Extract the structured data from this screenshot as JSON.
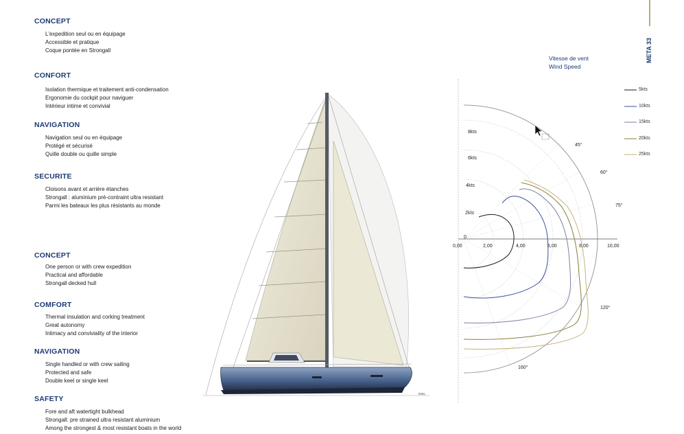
{
  "meta": {
    "label": "META 33"
  },
  "french": [
    {
      "title": "CONCEPT",
      "lines": [
        "L'expedition seul ou en équipage",
        "Accessible et pratique",
        "Coque pontée en Strongall"
      ]
    },
    {
      "title": "CONFORT",
      "lines": [
        "Isolation thermique et traitement anti-condensation",
        "Ergonomie du cockpit pour naviguer",
        "Intérieur intime et convivial"
      ]
    },
    {
      "title": "NAVIGATION",
      "lines": [
        "Navigation seul ou en équipage",
        "Protégé et sécurisé",
        "Quille double ou quille simple"
      ]
    },
    {
      "title": "SECURITE",
      "lines": [
        "Cloisons avant et arrière étanches",
        "Strongall : aluminium pré-contraint ultra resistant",
        "Parmi les bateaux les plus résistants au monde"
      ]
    }
  ],
  "english": [
    {
      "title": "CONCEPT",
      "lines": [
        "One person or with crew expedition",
        "Practical and affordable",
        "Strongall decked hull"
      ]
    },
    {
      "title": "COMFORT",
      "lines": [
        "Thermal insulation and corking treatment",
        "Great autonomy",
        "Intimacy and conviviality of the interior"
      ]
    },
    {
      "title": "NAVIGATION",
      "lines": [
        "Single handled or with crew sailing",
        "Protected and safe",
        "Double keel or single keel"
      ]
    },
    {
      "title": "SAFETY",
      "lines": [
        "Fore and aft watertight bulkhead",
        "Strongall: pre strained ultra resistant aluminium",
        "Among the strongest & most resistant boats in the world"
      ]
    }
  ],
  "boat": {
    "waterline_label": "DWL"
  },
  "polar": {
    "title_fr": "Vitesse de vent",
    "title_en": "Wind Speed",
    "radial_ticks": [
      "2kts",
      "4kts",
      "6kts",
      "8kts"
    ],
    "axis_ticks": [
      "0,00",
      "2,00",
      "4,00",
      "6,00",
      "8,00",
      "10,00"
    ],
    "axis_zero": "0",
    "angle_labels": [
      "45°",
      "60°",
      "75°",
      "120°",
      "160°"
    ],
    "legend": [
      {
        "name": "5kts",
        "color": "#1a1a1a"
      },
      {
        "name": "10kts",
        "color": "#3a4f9c"
      },
      {
        "name": "15kts",
        "color": "#7a7fa0"
      },
      {
        "name": "20kts",
        "color": "#8a7c3a"
      },
      {
        "name": "25kts",
        "color": "#c8b27a"
      }
    ]
  }
}
